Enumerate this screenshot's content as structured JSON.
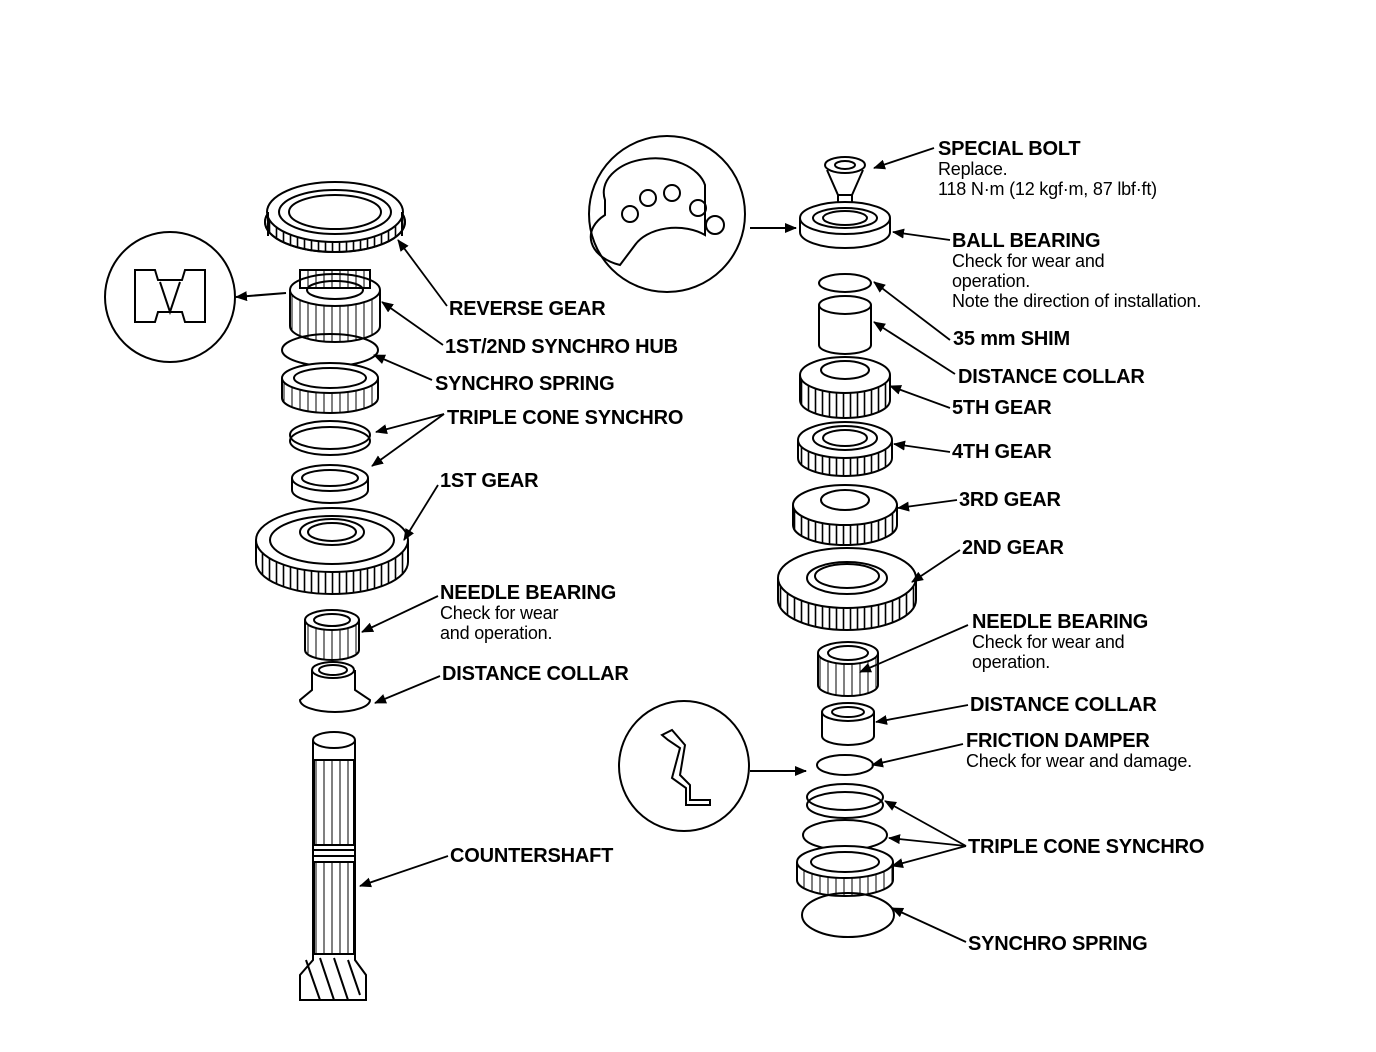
{
  "labels": {
    "reverse_gear": "REVERSE GEAR",
    "synchro_hub": "1ST/2ND SYNCHRO HUB",
    "synchro_spring_left": "SYNCHRO SPRING",
    "triple_cone_left": "TRIPLE CONE SYNCHRO",
    "first_gear": "1ST GEAR",
    "needle_bearing_left": {
      "title": "NEEDLE BEARING",
      "note1": "Check for wear",
      "note2": "and operation."
    },
    "distance_collar_left": "DISTANCE COLLAR",
    "countershaft": "COUNTERSHAFT",
    "special_bolt": {
      "title": "SPECIAL BOLT",
      "note1": "Replace.",
      "note2": "118 N·m (12 kgf·m, 87 lbf·ft)"
    },
    "ball_bearing": {
      "title": "BALL BEARING",
      "note1": "Check for wear and",
      "note2": "operation.",
      "note3": "Note the direction of installation."
    },
    "shim": "35 mm SHIM",
    "distance_collar_upper_right": "DISTANCE COLLAR",
    "fifth_gear": "5TH GEAR",
    "fourth_gear": "4TH GEAR",
    "third_gear": "3RD GEAR",
    "second_gear": "2ND GEAR",
    "needle_bearing_right": {
      "title": "NEEDLE BEARING",
      "note1": "Check for wear and",
      "note2": "operation."
    },
    "distance_collar_lower_right": "DISTANCE COLLAR",
    "friction_damper": {
      "title": "FRICTION DAMPER",
      "note1": "Check for wear and damage."
    },
    "triple_cone_right": "TRIPLE CONE SYNCHRO",
    "synchro_spring_right": "SYNCHRO SPRING"
  },
  "colors": {
    "ink": "#000000",
    "paper": "#ffffff"
  }
}
